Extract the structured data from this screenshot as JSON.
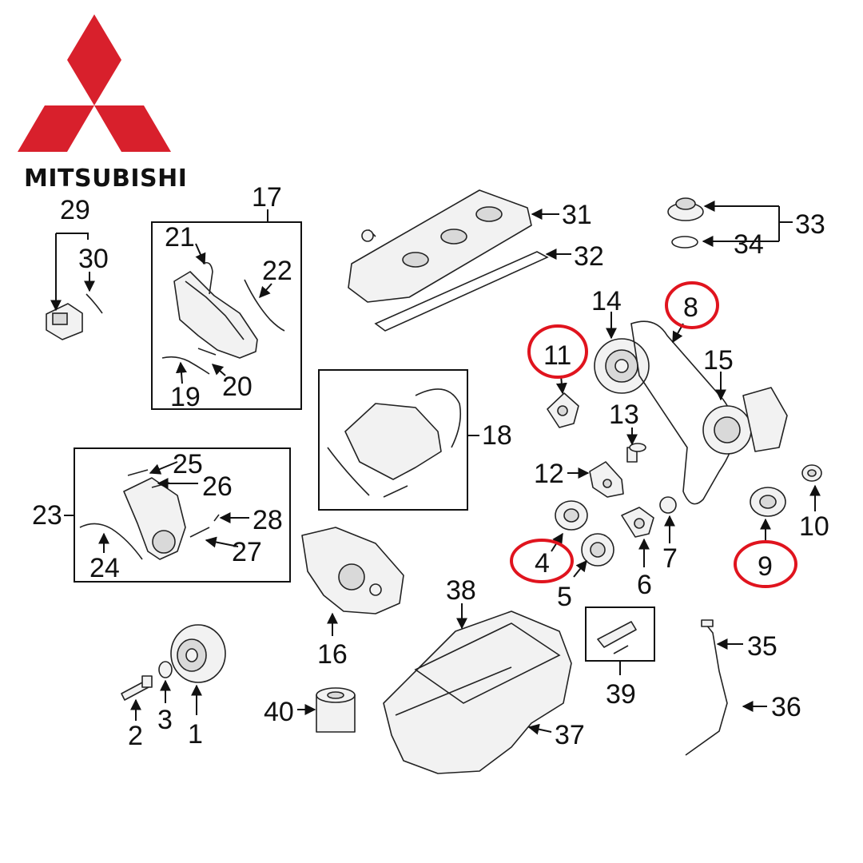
{
  "brand": {
    "name": "MITSUBISHI",
    "logo_color": "#d8202c"
  },
  "highlight_color": "#e0141e",
  "callouts": {
    "p1": "1",
    "p2": "2",
    "p3": "3",
    "p4": "4",
    "p5": "5",
    "p6": "6",
    "p7": "7",
    "p8": "8",
    "p9": "9",
    "p10": "10",
    "p11": "11",
    "p12": "12",
    "p13": "13",
    "p14": "14",
    "p15": "15",
    "p16": "16",
    "p17": "17",
    "p18": "18",
    "p19": "19",
    "p20": "20",
    "p21": "21",
    "p22": "22",
    "p23": "23",
    "p24": "24",
    "p25": "25",
    "p26": "26",
    "p27": "27",
    "p28": "28",
    "p29": "29",
    "p30": "30",
    "p31": "31",
    "p32": "32",
    "p33": "33",
    "p34": "34",
    "p35": "35",
    "p36": "36",
    "p37": "37",
    "p38": "38",
    "p39": "39",
    "p40": "40"
  },
  "highlighted_callouts": [
    "4",
    "8",
    "9",
    "11"
  ]
}
